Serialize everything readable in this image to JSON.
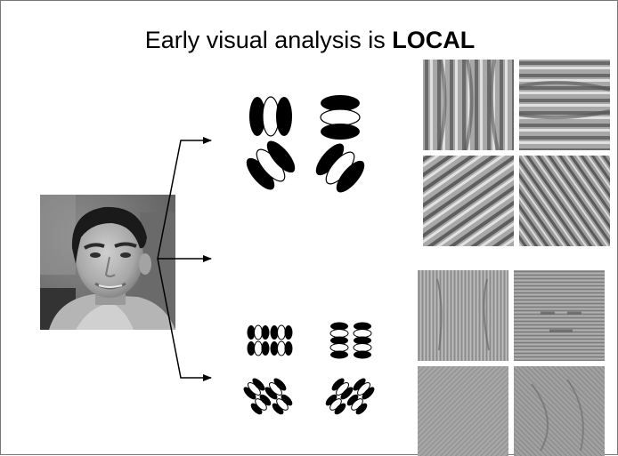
{
  "slide": {
    "title_prefix": "Early visual analysis is ",
    "title_emphasis": "LOCAL"
  },
  "images": {
    "photo": "portrait-photo",
    "coarse_responses": [
      "filter-response-vertical",
      "filter-response-horizontal",
      "filter-response-diagonal-left",
      "filter-response-diagonal-right"
    ],
    "fine_responses": [
      "filter-response-fine-vertical",
      "filter-response-fine-horizontal",
      "filter-response-fine-diagonal-left",
      "filter-response-fine-diagonal-right"
    ]
  },
  "filters": {
    "scales": [
      "coarse",
      "fine"
    ],
    "orientations": [
      "vertical",
      "horizontal",
      "diagonal-left",
      "diagonal-right"
    ]
  }
}
